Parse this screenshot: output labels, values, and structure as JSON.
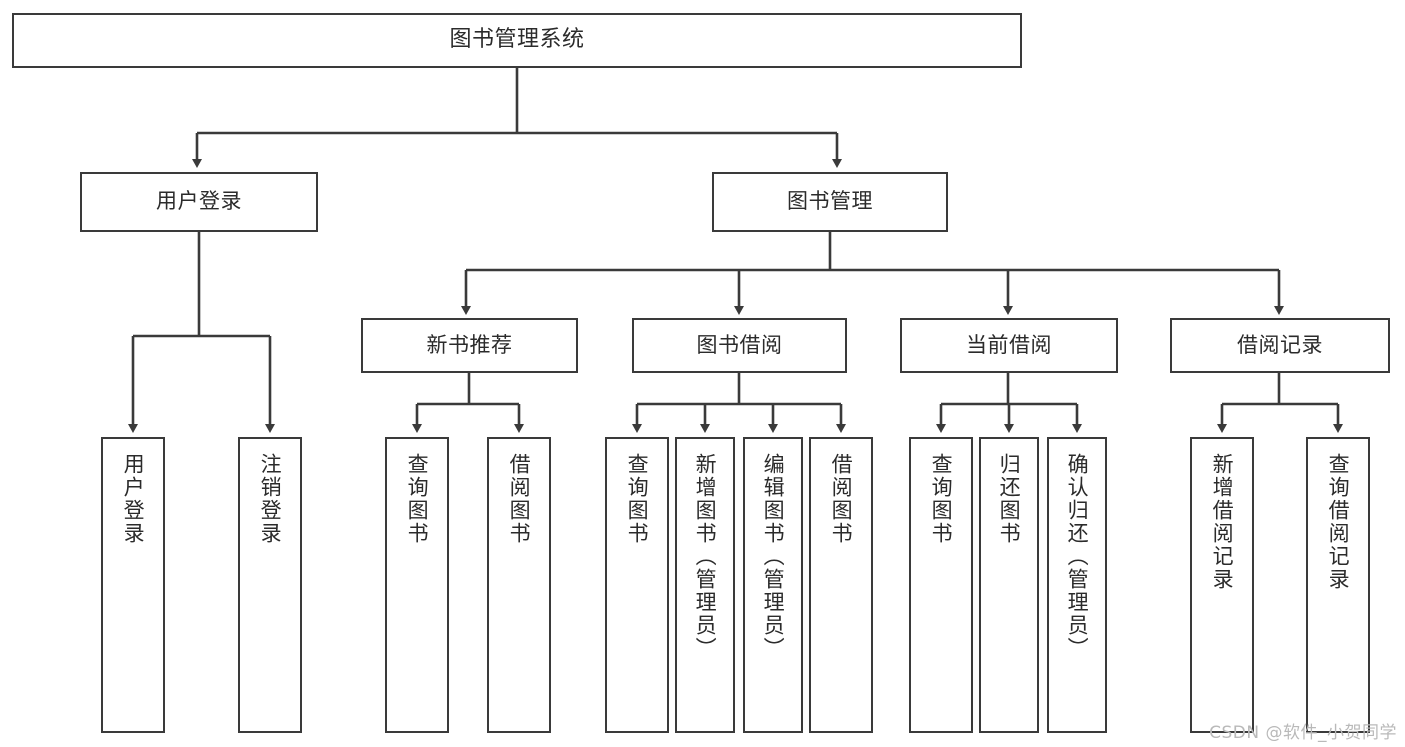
{
  "diagram": {
    "title": "图书管理系统",
    "type": "tree",
    "watermark": "CSDN @软件_小贺同学",
    "colors": {
      "background": "#ffffff",
      "node_fill": "#ffffff",
      "node_border": "#3a3a3a",
      "edge": "#3a3a3a",
      "text": "#2b2b2b",
      "watermark": "#b9b9b9"
    },
    "nodes": {
      "root": {
        "id": "root",
        "label": "图书管理系统",
        "level": 0,
        "orientation": "horizontal"
      },
      "level1": [
        {
          "id": "user-login",
          "label": "用户登录",
          "level": 1,
          "orientation": "horizontal"
        },
        {
          "id": "book-manage",
          "label": "图书管理",
          "level": 1,
          "orientation": "horizontal"
        }
      ],
      "level2": [
        {
          "id": "new-book-rec",
          "label": "新书推荐",
          "level": 2,
          "orientation": "horizontal",
          "parent": "book-manage"
        },
        {
          "id": "book-borrow",
          "label": "图书借阅",
          "level": 2,
          "orientation": "horizontal",
          "parent": "book-manage"
        },
        {
          "id": "current-borrow",
          "label": "当前借阅",
          "level": 2,
          "orientation": "horizontal",
          "parent": "book-manage"
        },
        {
          "id": "borrow-record",
          "label": "借阅记录",
          "level": 2,
          "orientation": "horizontal",
          "parent": "book-manage"
        }
      ],
      "leaves": [
        {
          "id": "leaf-user-login",
          "label": "用户登录",
          "parent": "user-login",
          "orientation": "vertical"
        },
        {
          "id": "leaf-user-logout",
          "label": "注销登录",
          "parent": "user-login",
          "orientation": "vertical"
        },
        {
          "id": "leaf-query-book-1",
          "label": "查询图书",
          "parent": "new-book-rec",
          "orientation": "vertical"
        },
        {
          "id": "leaf-borrow-book-1",
          "label": "借阅图书",
          "parent": "new-book-rec",
          "orientation": "vertical"
        },
        {
          "id": "leaf-query-book-2",
          "label": "查询图书",
          "parent": "book-borrow",
          "orientation": "vertical"
        },
        {
          "id": "leaf-add-book",
          "label": "新增图书（管理员）",
          "parent": "book-borrow",
          "orientation": "vertical"
        },
        {
          "id": "leaf-edit-book",
          "label": "编辑图书（管理员）",
          "parent": "book-borrow",
          "orientation": "vertical"
        },
        {
          "id": "leaf-borrow-book-2",
          "label": "借阅图书",
          "parent": "book-borrow",
          "orientation": "vertical"
        },
        {
          "id": "leaf-query-book-3",
          "label": "查询图书",
          "parent": "current-borrow",
          "orientation": "vertical"
        },
        {
          "id": "leaf-return-book",
          "label": "归还图书",
          "parent": "current-borrow",
          "orientation": "vertical"
        },
        {
          "id": "leaf-confirm-return",
          "label": "确认归还（管理员）",
          "parent": "current-borrow",
          "orientation": "vertical"
        },
        {
          "id": "leaf-add-record",
          "label": "新增借阅记录",
          "parent": "borrow-record",
          "orientation": "vertical"
        },
        {
          "id": "leaf-query-record",
          "label": "查询借阅记录",
          "parent": "borrow-record",
          "orientation": "vertical"
        }
      ]
    }
  }
}
